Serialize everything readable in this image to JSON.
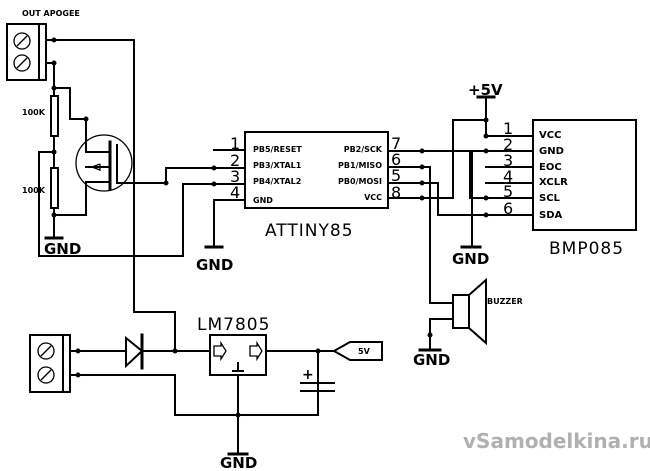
{
  "title": "ATtiny85 altimeter with BMP085 schematic",
  "connectors": {
    "out_apogee": {
      "label": "OUT APOGEE"
    }
  },
  "resistors": [
    {
      "label": "100K"
    },
    {
      "label": "100K"
    }
  ],
  "mcu": {
    "name": "ATTINY85",
    "pins_left": [
      {
        "num": "1",
        "name": "PB5/RESET"
      },
      {
        "num": "2",
        "name": "PB3/XTAL1"
      },
      {
        "num": "3",
        "name": "PB4/XTAL2"
      },
      {
        "num": "4",
        "name": "GND"
      }
    ],
    "pins_right": [
      {
        "num": "7",
        "name": "PB2/SCK"
      },
      {
        "num": "6",
        "name": "PB1/MISO"
      },
      {
        "num": "5",
        "name": "PB0/MOSI"
      },
      {
        "num": "8",
        "name": "VCC"
      }
    ]
  },
  "sensor": {
    "name": "BMP085",
    "pins": [
      {
        "num": "1",
        "name": "VCC"
      },
      {
        "num": "2",
        "name": "GND"
      },
      {
        "num": "3",
        "name": "EOC"
      },
      {
        "num": "4",
        "name": "XCLR"
      },
      {
        "num": "5",
        "name": "SCL"
      },
      {
        "num": "6",
        "name": "SDA"
      }
    ]
  },
  "power": {
    "plus5v": "+5V",
    "regulator": "LM7805",
    "output_tag": "5V",
    "cap_polarity": "+"
  },
  "buzzer": {
    "label": "BUZZER"
  },
  "grounds": {
    "label": "GND"
  },
  "watermark": "vSamodelkina.ru"
}
